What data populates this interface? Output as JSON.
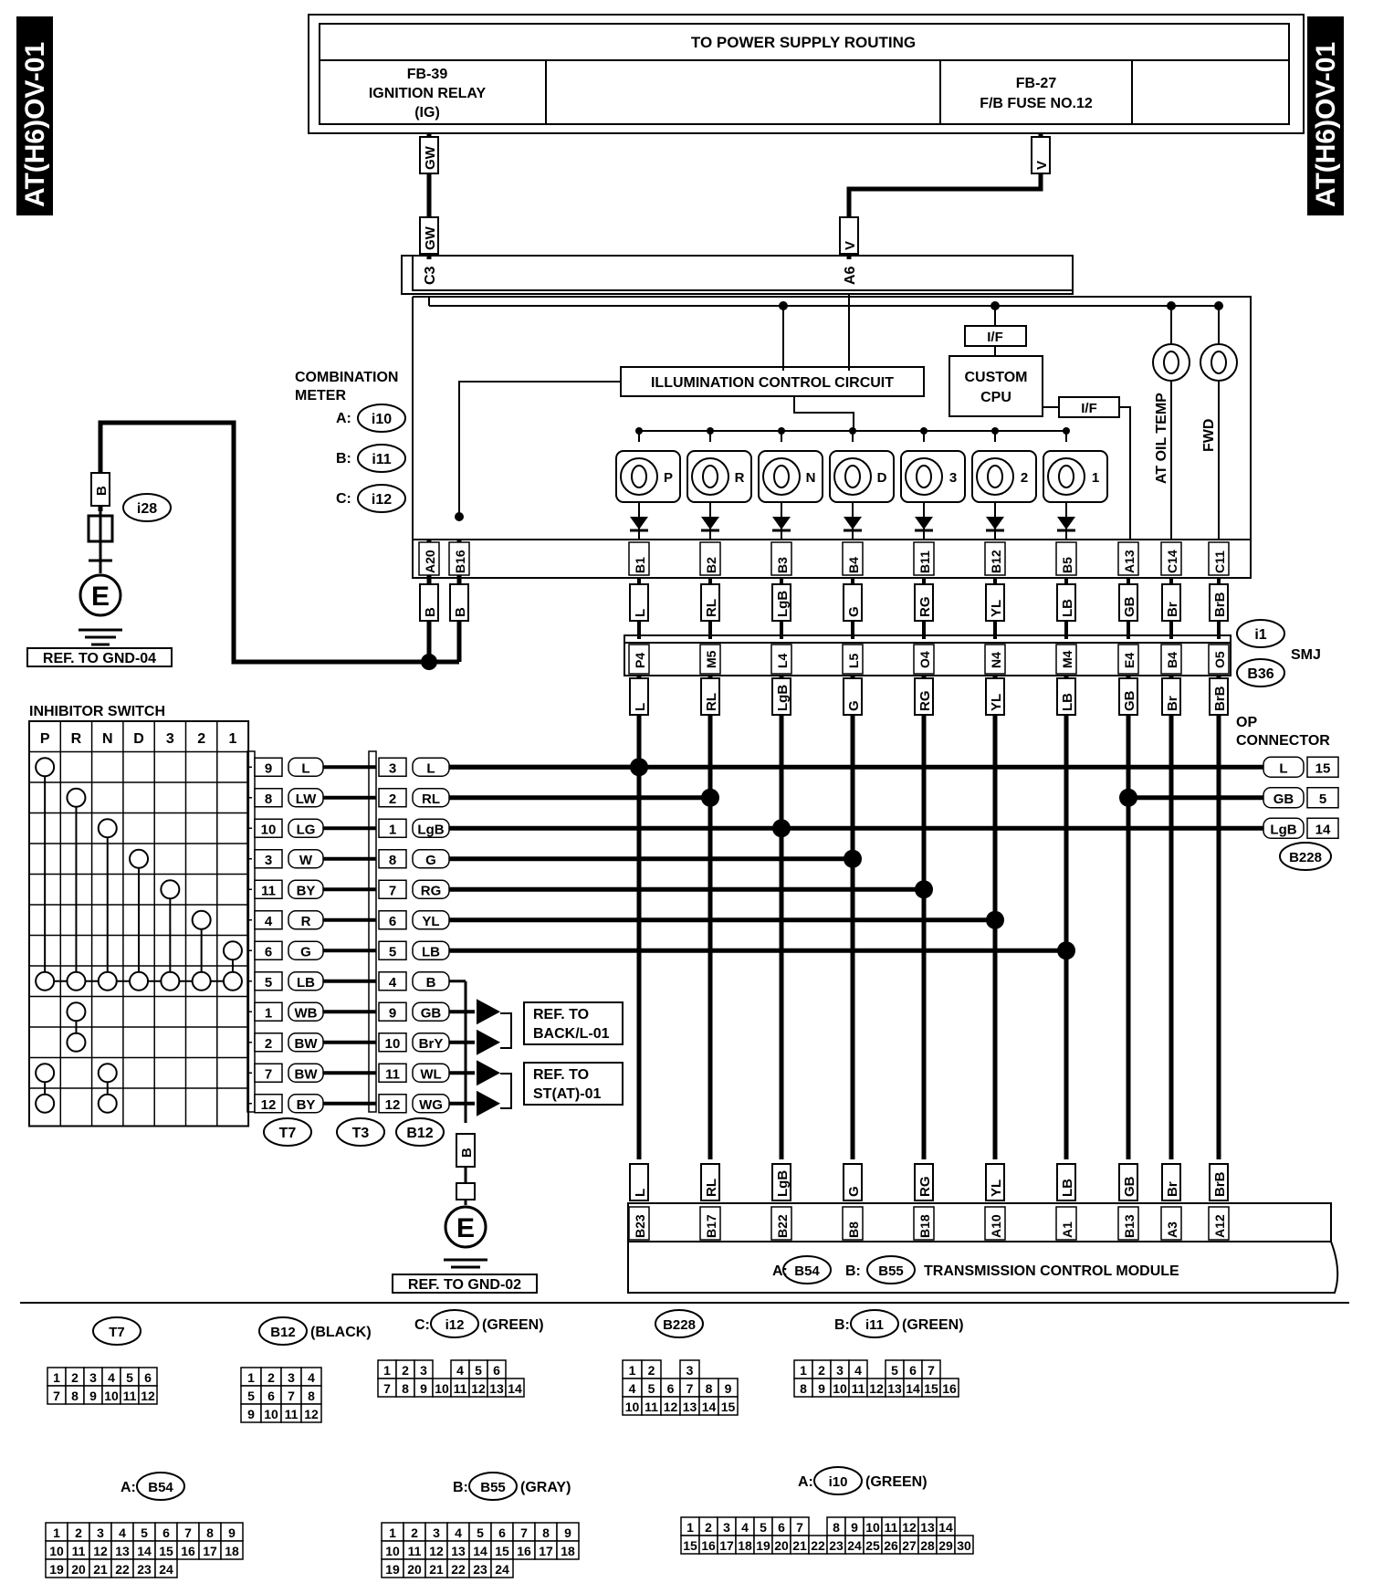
{
  "page_tab": "AT(H6)OV-01",
  "power": {
    "title": "TO POWER SUPPLY ROUTING",
    "fb39": [
      "FB-39",
      "IGNITION RELAY",
      "(IG)"
    ],
    "fb27": [
      "FB-27",
      "F/B FUSE NO.12"
    ]
  },
  "wires_top": {
    "gw": "GW",
    "v": "V"
  },
  "meter_pins_top": {
    "c3": "C3",
    "a6": "A6"
  },
  "meter": {
    "label": [
      "COMBINATION",
      "METER"
    ],
    "a": "A:",
    "a_conn": "i10",
    "b": "B:",
    "b_conn": "i11",
    "c": "C:",
    "c_conn": "i12",
    "illum": "ILLUMINATION CONTROL CIRCUIT",
    "cpu": [
      "CUSTOM",
      "CPU"
    ],
    "if": "I/F",
    "oil": "AT OIL TEMP",
    "fwd": "FWD",
    "lamps": [
      "P",
      "R",
      "N",
      "D",
      "3",
      "2",
      "1"
    ]
  },
  "ground_left": {
    "wire": "B",
    "conn": "i28",
    "sym": "E",
    "ref": "REF. TO GND-04"
  },
  "meter_pins": [
    "A20",
    "B16",
    "B1",
    "B2",
    "B3",
    "B4",
    "B11",
    "B12",
    "B5",
    "A13",
    "C14",
    "C11"
  ],
  "meter_wires": [
    "B",
    "B",
    "L",
    "RL",
    "LgB",
    "G",
    "RG",
    "YL",
    "LB",
    "GB",
    "Br",
    "BrB"
  ],
  "smj": {
    "pins": [
      "P4",
      "M5",
      "L4",
      "L5",
      "O4",
      "N4",
      "M4",
      "E4",
      "B4",
      "O5"
    ],
    "wires": [
      "L",
      "RL",
      "LgB",
      "G",
      "RG",
      "YL",
      "LB",
      "GB",
      "Br",
      "BrB"
    ],
    "c1": "i1",
    "c2": "B36",
    "label": "SMJ"
  },
  "op": {
    "label": [
      "OP",
      "CONNECTOR"
    ],
    "rows": [
      {
        "w": "L",
        "p": "15"
      },
      {
        "w": "GB",
        "p": "5"
      },
      {
        "w": "LgB",
        "p": "14"
      }
    ],
    "conn": "B228"
  },
  "inhibitor": {
    "title": "INHIBITOR SWITCH",
    "cols": [
      "P",
      "R",
      "N",
      "D",
      "3",
      "2",
      "1"
    ]
  },
  "t7": [
    {
      "p": "9",
      "w": "L"
    },
    {
      "p": "8",
      "w": "LW"
    },
    {
      "p": "10",
      "w": "LG"
    },
    {
      "p": "3",
      "w": "W"
    },
    {
      "p": "11",
      "w": "BY"
    },
    {
      "p": "4",
      "w": "R"
    },
    {
      "p": "6",
      "w": "G"
    },
    {
      "p": "5",
      "w": "LB"
    },
    {
      "p": "1",
      "w": "WB"
    },
    {
      "p": "2",
      "w": "BW"
    },
    {
      "p": "7",
      "w": "BW"
    },
    {
      "p": "12",
      "w": "BY"
    }
  ],
  "b12": [
    {
      "p": "3",
      "w": "L"
    },
    {
      "p": "2",
      "w": "RL"
    },
    {
      "p": "1",
      "w": "LgB"
    },
    {
      "p": "8",
      "w": "G"
    },
    {
      "p": "7",
      "w": "RG"
    },
    {
      "p": "6",
      "w": "YL"
    },
    {
      "p": "5",
      "w": "LB"
    },
    {
      "p": "4",
      "w": "B"
    },
    {
      "p": "9",
      "w": "GB"
    },
    {
      "p": "10",
      "w": "BrY"
    },
    {
      "p": "11",
      "w": "WL"
    },
    {
      "p": "12",
      "w": "WG"
    }
  ],
  "conn_labels": {
    "t7": "T7",
    "t3": "T3",
    "b12": "B12"
  },
  "refs": {
    "back": [
      "REF. TO",
      "BACK/L-01"
    ],
    "st": [
      "REF. TO",
      "ST(AT)-01"
    ]
  },
  "ground_mid": {
    "wire": "B",
    "sym": "E",
    "ref": "REF. TO GND-02"
  },
  "tcm": {
    "wires": [
      "L",
      "RL",
      "LgB",
      "G",
      "RG",
      "YL",
      "LB",
      "GB",
      "Br",
      "BrB"
    ],
    "pins": [
      "B23",
      "B17",
      "B22",
      "B8",
      "B18",
      "A10",
      "A1",
      "B13",
      "A3",
      "A12"
    ],
    "a": "A:",
    "a_conn": "B54",
    "b": "B:",
    "b_conn": "B55",
    "label": "TRANSMISSION CONTROL MODULE"
  },
  "connectors": {
    "t7": {
      "title": "T7",
      "rows": [
        [
          "1",
          "2",
          "3",
          "4",
          "5",
          "6"
        ],
        [
          "7",
          "8",
          "9",
          "10",
          "11",
          "12"
        ]
      ]
    },
    "b12": {
      "title": "B12",
      "note": "(BLACK)",
      "rows": [
        [
          "1",
          "2",
          "3",
          "4"
        ],
        [
          "5",
          "6",
          "7",
          "8"
        ],
        [
          "9",
          "10",
          "11",
          "12"
        ]
      ]
    },
    "i12": {
      "prefix": "C:",
      "title": "i12",
      "note": "(GREEN)",
      "rows": [
        [
          "1",
          "2",
          "3",
          "",
          "4",
          "5",
          "6"
        ],
        [
          "7",
          "8",
          "9",
          "10",
          "11",
          "12",
          "13",
          "14"
        ]
      ]
    },
    "b228": {
      "title": "B228",
      "rows": [
        [
          "1",
          "2",
          "",
          "3"
        ],
        [
          "4",
          "5",
          "6",
          "7",
          "8",
          "9"
        ],
        [
          "10",
          "11",
          "12",
          "13",
          "14",
          "15"
        ]
      ]
    },
    "i11": {
      "prefix": "B:",
      "title": "i11",
      "note": "(GREEN)",
      "rows": [
        [
          "1",
          "2",
          "3",
          "4",
          "",
          "5",
          "6",
          "7"
        ],
        [
          "8",
          "9",
          "10",
          "11",
          "12",
          "13",
          "14",
          "15",
          "16"
        ]
      ]
    },
    "b54": {
      "prefix": "A:",
      "title": "B54",
      "rows": [
        [
          "1",
          "2",
          "3",
          "4",
          "5",
          "6",
          "7",
          "8",
          "9"
        ],
        [
          "10",
          "11",
          "12",
          "13",
          "14",
          "15",
          "16",
          "17",
          "18"
        ],
        [
          "19",
          "20",
          "21",
          "22",
          "23",
          "24"
        ]
      ]
    },
    "b55": {
      "prefix": "B:",
      "title": "B55",
      "note": "(GRAY)",
      "rows": [
        [
          "1",
          "2",
          "3",
          "4",
          "5",
          "6",
          "7",
          "8",
          "9"
        ],
        [
          "10",
          "11",
          "12",
          "13",
          "14",
          "15",
          "16",
          "17",
          "18"
        ],
        [
          "19",
          "20",
          "21",
          "22",
          "23",
          "24"
        ]
      ]
    },
    "i10": {
      "prefix": "A:",
      "title": "i10",
      "note": "(GREEN)",
      "rows": [
        [
          "1",
          "2",
          "3",
          "4",
          "5",
          "6",
          "7",
          "",
          "8",
          "9",
          "10",
          "11",
          "12",
          "13",
          "14"
        ],
        [
          "15",
          "16",
          "17",
          "18",
          "19",
          "20",
          "21",
          "22",
          "23",
          "24",
          "25",
          "26",
          "27",
          "28",
          "29",
          "30"
        ]
      ]
    }
  }
}
